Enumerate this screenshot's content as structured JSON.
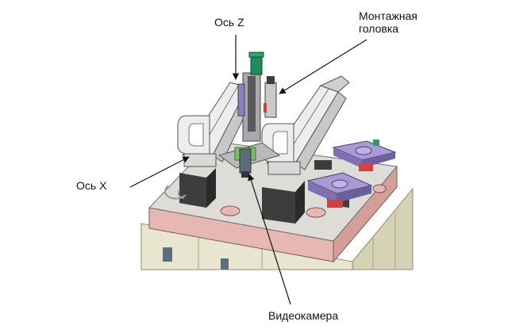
{
  "labels": {
    "z_axis": "Ось Z",
    "mount_head_line1": "Монтажная",
    "mount_head_line2": "головка",
    "x_axis": "Ось X",
    "camera": "Видеокамера"
  },
  "colors": {
    "frame": "#e9e6cf",
    "frame_dark": "#c9c5a8",
    "plate_pink": "#e7b8b3",
    "plate_top": "#dedcd6",
    "block_dark": "#3d3d3d",
    "rail": "#ededee",
    "motor_green": "#1f8c5a",
    "table_purple": "#a99ad6"
  }
}
